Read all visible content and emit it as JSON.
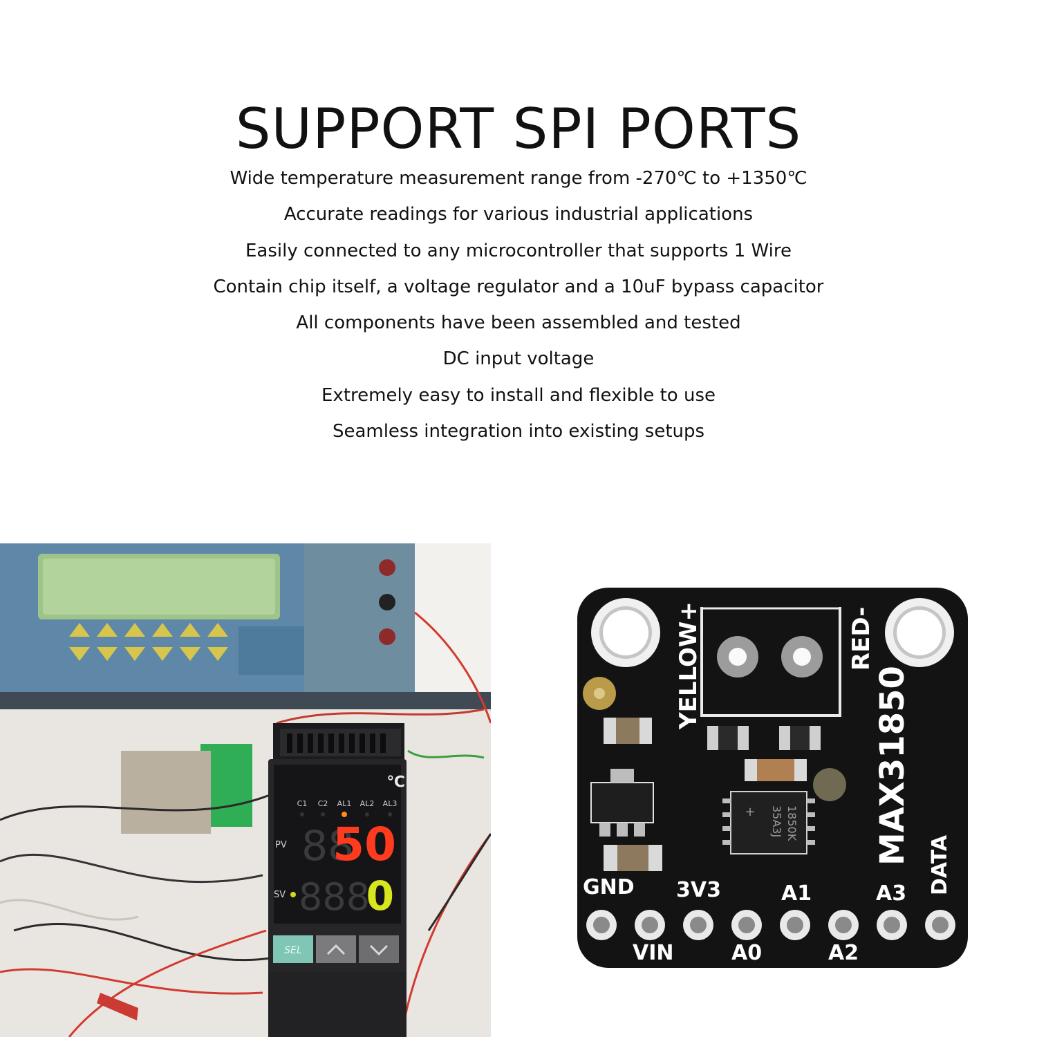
{
  "title": "SUPPORT SPI PORTS",
  "features": [
    "Wide temperature measurement range from -270℃ to +1350℃",
    "Accurate readings for various industrial applications",
    "Easily connected to any microcontroller that supports 1 Wire",
    "Contain chip itself, a voltage regulator and a 10uF bypass capacitor",
    "All components have been assembled and tested",
    "DC input voltage",
    "Extremely easy to install and flexible to use",
    "Seamless integration into existing setups"
  ],
  "controller": {
    "unit": "℃",
    "indicators": [
      "C1",
      "C2",
      "AL1",
      "AL2",
      "AL3"
    ],
    "pv_label": "PV",
    "sv_label": "SV",
    "pv_value": "50",
    "sv_value": "0",
    "sel_label": "SEL"
  },
  "board": {
    "chip": "MAX31850",
    "yellow": "YELLOW+",
    "red": "RED-",
    "ic_line1": "1850K",
    "ic_line2": "35A3J",
    "pins_top": [
      "GND",
      "3V3",
      "A1",
      "A3"
    ],
    "pins_bottom": [
      "VIN",
      "A0",
      "A2"
    ],
    "pin_data": "DATA",
    "plus": "+"
  }
}
